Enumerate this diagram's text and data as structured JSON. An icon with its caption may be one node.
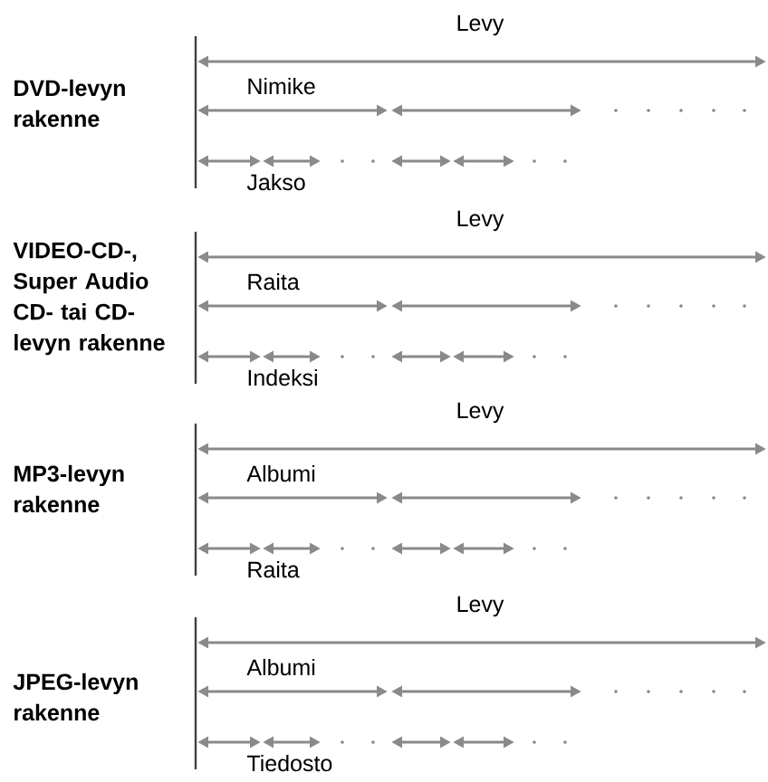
{
  "diagram": {
    "labels": [
      "DVD-levyn rakenne",
      "Levy",
      "Nimike",
      "Jakso",
      "VIDEO-CD-, Super Audio CD- tai CD-levyn rakenne",
      "Levy",
      "Raita",
      "Indeksi",
      "MP3-levyn rakenne",
      "Levy",
      "Albumi",
      "Raita",
      "JPEG-levyn rakenne",
      "Levy",
      "Albumi",
      "Tiedosto"
    ]
  }
}
